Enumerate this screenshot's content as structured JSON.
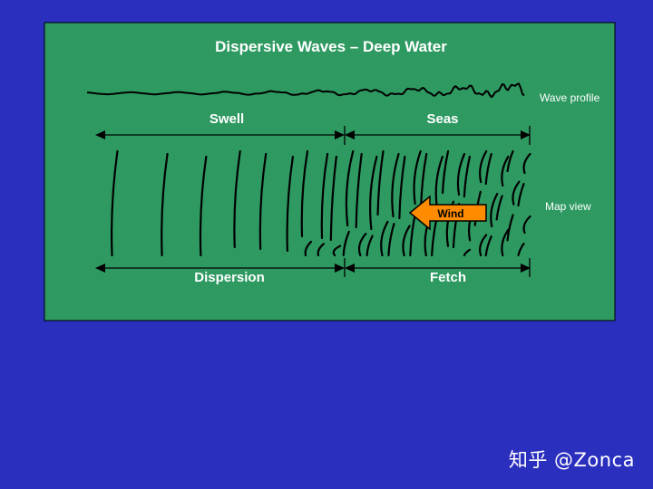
{
  "diagram": {
    "title": "Dispersive Waves – Deep Water",
    "labels": {
      "swell": "Swell",
      "seas": "Seas",
      "dispersion": "Dispersion",
      "fetch": "Fetch",
      "wave_profile": "Wave profile",
      "map_view": "Map view",
      "wind": "Wind"
    },
    "colors": {
      "page_background": "#2b2fbe",
      "panel_fill": "#2e9a62",
      "wind_arrow": "#ff8c00",
      "line": "#000000",
      "text": "#ffffff"
    }
  },
  "watermark": "知乎 @Zonca"
}
